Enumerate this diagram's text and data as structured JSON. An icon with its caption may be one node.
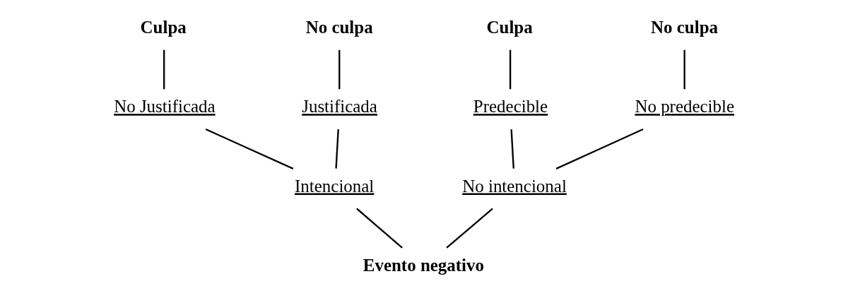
{
  "diagram": {
    "nodes": [
      {
        "text": [
          "Culpa"
        ]
      },
      {
        "text": [
          "No culpa"
        ]
      },
      {
        "text": [
          "Culpa"
        ]
      },
      {
        "text": [
          "No culpa"
        ]
      },
      {
        "text": [
          "No Justificada"
        ]
      },
      {
        "text": [
          "Justificada"
        ]
      },
      {
        "text": [
          "Predecible"
        ]
      },
      {
        "text": [
          "No predecible"
        ]
      },
      {
        "text": [
          "Intencional"
        ]
      },
      {
        "text": [
          "No intencional"
        ]
      },
      {
        "text": [
          "Evento negativo"
        ]
      }
    ],
    "edges": [
      {
        "from": 10,
        "to": 8,
        "arrow": "none"
      },
      {
        "from": 10,
        "to": 9,
        "arrow": "none"
      },
      {
        "from": 8,
        "to": 4,
        "arrow": "none"
      },
      {
        "from": 8,
        "to": 5,
        "arrow": "none"
      },
      {
        "from": 9,
        "to": 6,
        "arrow": "none"
      },
      {
        "from": 9,
        "to": 7,
        "arrow": "none"
      },
      {
        "from": 4,
        "to": 0,
        "arrow": "none"
      },
      {
        "from": 5,
        "to": 1,
        "arrow": "none"
      },
      {
        "from": 6,
        "to": 2,
        "arrow": "none"
      },
      {
        "from": 7,
        "to": 3,
        "arrow": "none"
      }
    ]
  }
}
